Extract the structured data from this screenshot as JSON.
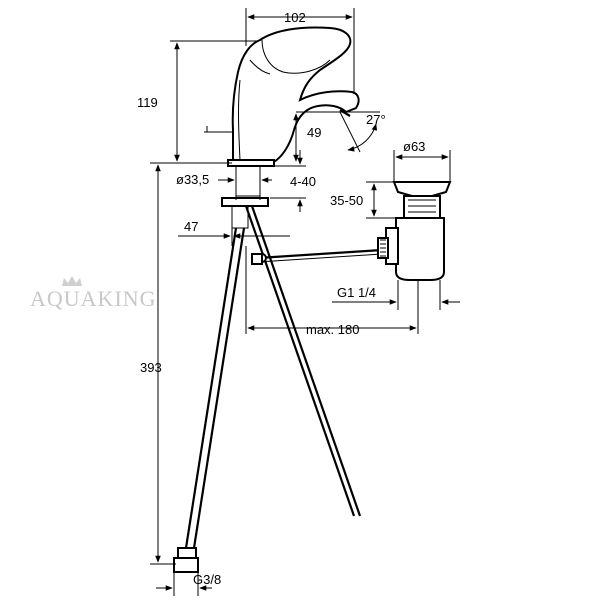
{
  "watermark": {
    "text": "AQUAKING"
  },
  "dimensions": {
    "width_spout": "102",
    "height_total_top": "119",
    "spout_height": "49",
    "angle": "27°",
    "diameter_body": "ø33,5",
    "deck_thickness": "4-40",
    "offset_47": "47",
    "overall_height": "393",
    "drain_diameter": "ø63",
    "drain_range": "35-50",
    "drain_thread": "G1 1/4",
    "max_reach": "max. 180",
    "hose_thread": "G3/8"
  }
}
